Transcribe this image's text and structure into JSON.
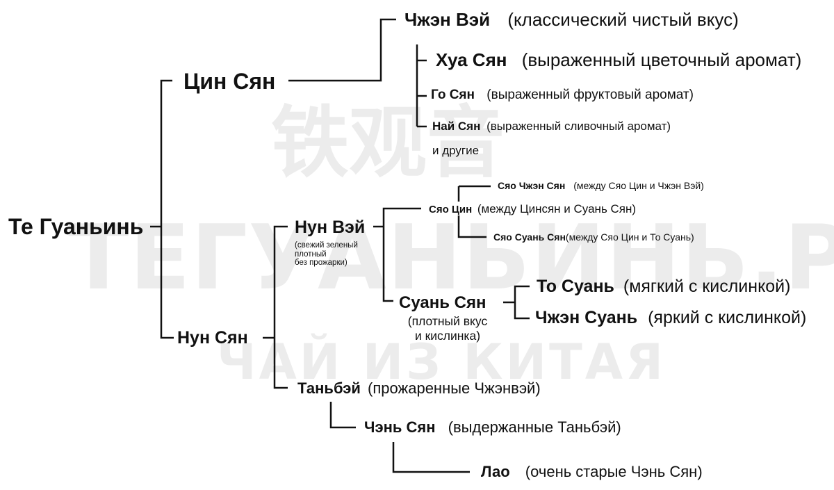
{
  "watermark": {
    "chinese": "铁观音",
    "domain": "ТЕГУАНЬИНЬ.РФ",
    "tagline": "ЧАЙ ИЗ КИТАЯ",
    "color": "#ececec"
  },
  "tree": {
    "root": {
      "name": "Те Гуаньинь"
    },
    "qing_xiang": {
      "name": "Цин Сян"
    },
    "zheng_wei": {
      "name": "Чжэн Вэй",
      "desc": "(классический чистый вкус)"
    },
    "hua_xiang": {
      "name": "Хуа Сян",
      "desc": "(выраженный цветочный аромат)"
    },
    "guo_xiang": {
      "name": "Го Сян",
      "desc": "(выраженный фруктовый аромат)"
    },
    "nai_xiang": {
      "name": "Най Сян",
      "desc": "(выраженный сливочный аромат)"
    },
    "others": "и другие",
    "xiao_zheng_xiang": {
      "name": "Сяо Чжэн Сян",
      "desc": "(между Сяо Цин и Чжэн Вэй)"
    },
    "xiao_qing": {
      "name": "Сяо Цин",
      "desc": "(между Цинсян и Суань Сян)"
    },
    "xiao_suan_xiang": {
      "name": "Сяо Суань Сян",
      "desc": "(между Сяо Цин и То Суань)"
    },
    "nong_wei": {
      "name": "Нун Вэй",
      "desc_lines": [
        "(свежий зеленый",
        "плотный",
        "без прожарки)"
      ]
    },
    "suan_xiang": {
      "name": "Суань Сян",
      "desc_lines": [
        "(плотный вкус",
        "и кислинка)"
      ]
    },
    "tuo_suan": {
      "name": "То Суань",
      "desc": "(мягкий с кислинкой)"
    },
    "zheng_suan": {
      "name": "Чжэн Суань",
      "desc": "(яркий с кислинкой)"
    },
    "nong_xiang": {
      "name": "Нун Сян"
    },
    "tan_bei": {
      "name": "Таньбэй",
      "desc": "(прожаренные Чжэнвэй)"
    },
    "chen_xiang": {
      "name": "Чэнь Сян",
      "desc": "(выдержанные Таньбэй)"
    },
    "lao": {
      "name": "Лао",
      "desc": "(очень старые Чэнь Сян)"
    }
  }
}
